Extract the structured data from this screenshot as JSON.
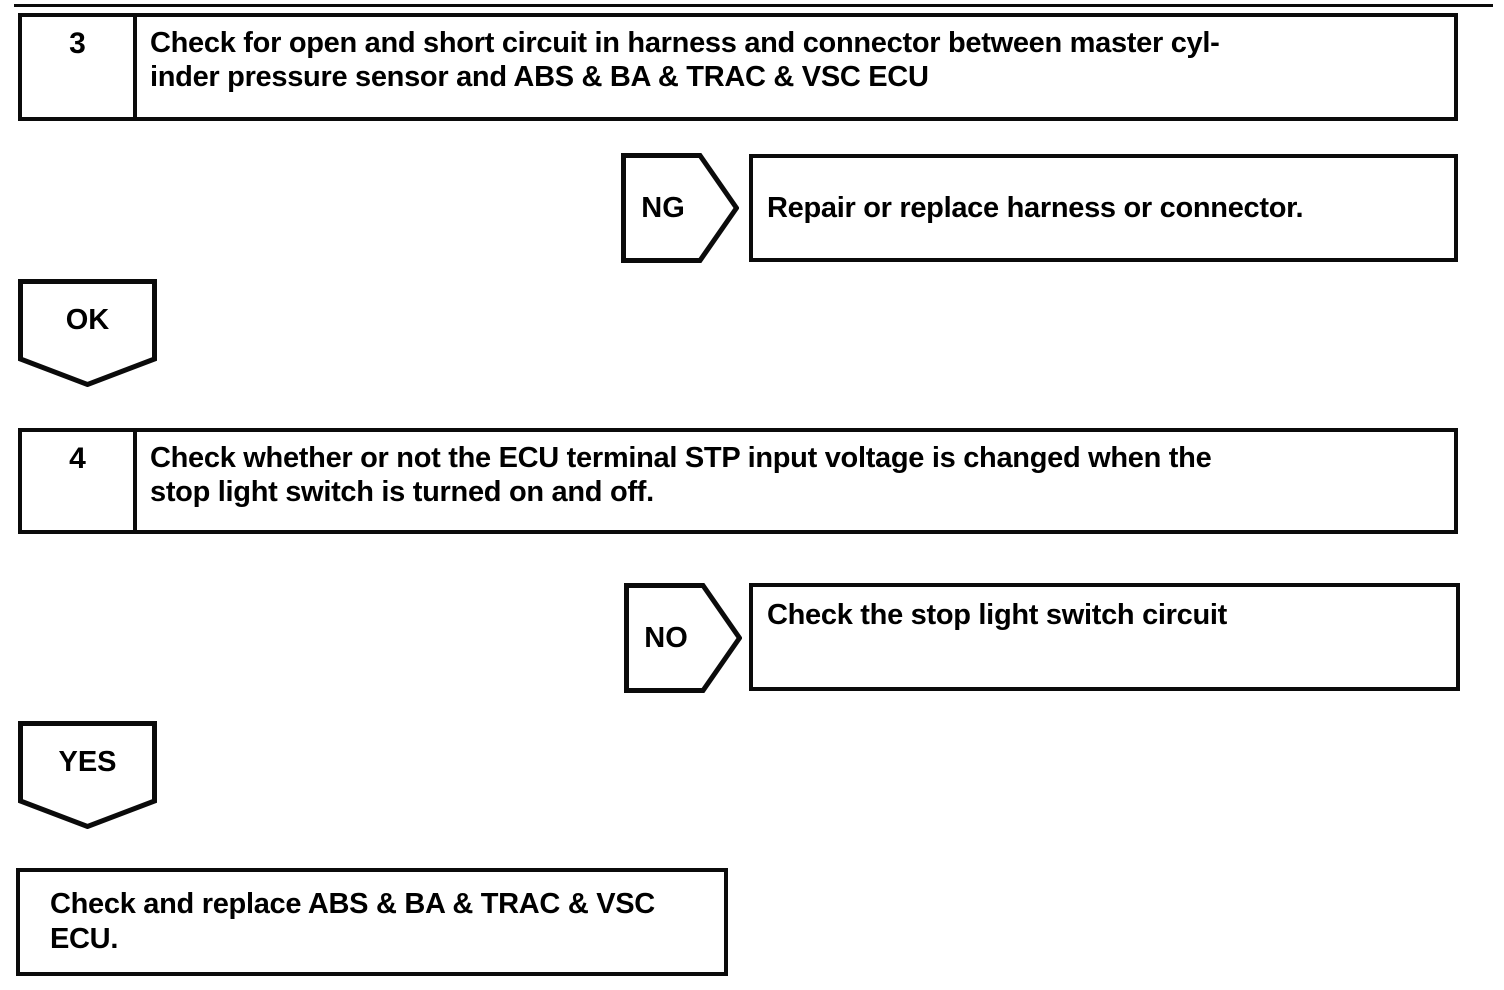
{
  "diagram": {
    "type": "troubleshooting-flowchart",
    "colors": {
      "ink": "#000000",
      "line": "#0b0b0b",
      "paper": "#ffffff"
    },
    "step3": {
      "number": "3",
      "line1": "Check for open and short circuit in harness and connector between master cyl-",
      "line2": "inder pressure sensor and ABS & BA & TRAC & VSC ECU"
    },
    "ng_branch": {
      "label": "NG",
      "action": "Repair or replace harness or connector."
    },
    "ok_connector": {
      "label": "OK"
    },
    "step4": {
      "number": "4",
      "line1": "Check whether or not the ECU terminal STP input voltage is changed when the",
      "line2": "stop light switch is turned on and off."
    },
    "no_branch": {
      "label": "NO",
      "action": "Check the stop light switch circuit"
    },
    "yes_connector": {
      "label": "YES"
    },
    "final_action": {
      "line1": "Check and replace ABS & BA & TRAC & VSC",
      "line2": "ECU."
    }
  }
}
